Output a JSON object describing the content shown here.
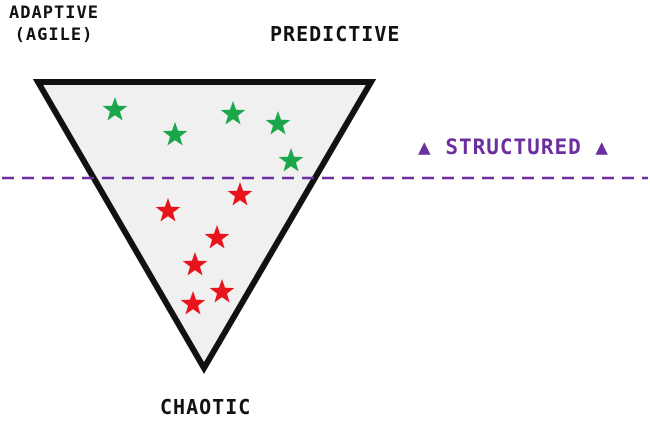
{
  "labels": {
    "adaptive_line1": "ADAPTIVE",
    "adaptive_line2": "(AGILE)",
    "predictive": "PREDICTIVE",
    "chaotic": "CHAOTIC",
    "structured": "STRUCTURED",
    "structured_marker": "▲"
  },
  "colors": {
    "triangle_fill": "#f0f0f0",
    "triangle_stroke": "#111111",
    "divider": "#6b2fa0",
    "structured_text": "#6b2fa0",
    "star_above": "#1aa64a",
    "star_below": "#e8141c"
  },
  "stars": {
    "above_divider_count": 5,
    "below_divider_count": 6
  }
}
